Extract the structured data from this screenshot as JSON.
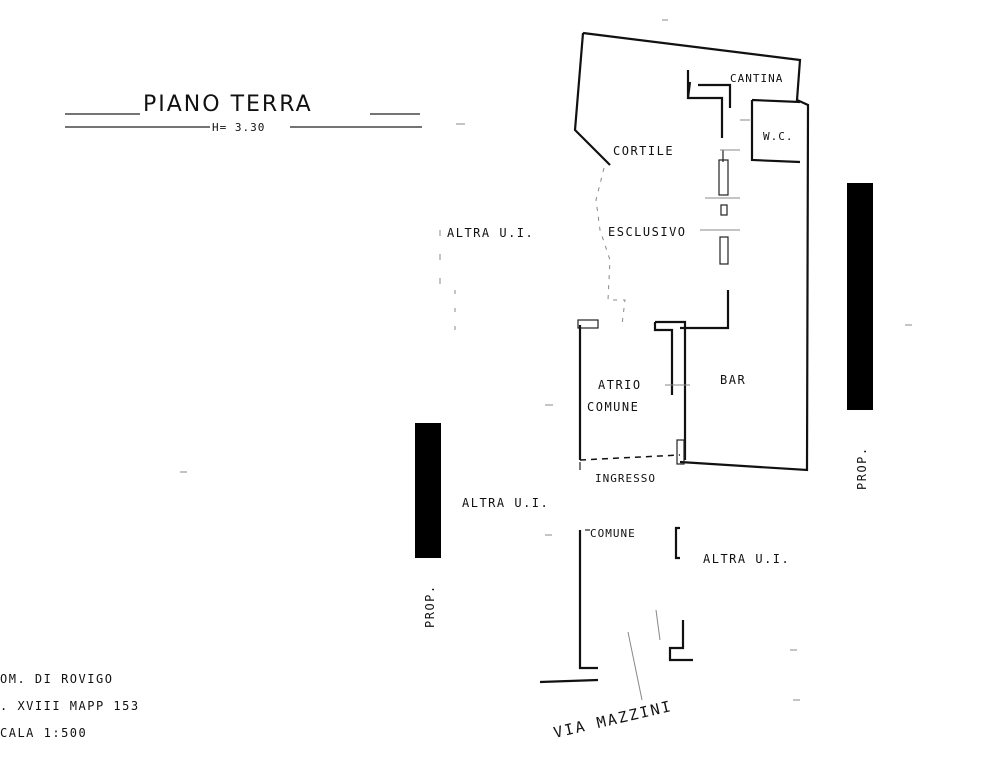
{
  "title": {
    "main": "PIANO TERRA",
    "height": "H= 3.30"
  },
  "rooms": {
    "cantina": "CANTINA",
    "wc": "W.C.",
    "cortile": "CORTILE",
    "esclusivo": "ESCLUSIVO",
    "atrio": "ATRIO",
    "comune_atrio": "COMUNE",
    "bar": "BAR",
    "ingresso": "INGRESSO",
    "comune_lower": "COMUNE"
  },
  "neighbors": {
    "altra_left_top": "ALTRA U.I.",
    "altra_left_mid": "ALTRA U.I.",
    "altra_right_low": "ALTRA U.I."
  },
  "prop": {
    "left": "PROP.",
    "right": "PROP."
  },
  "street": "VIA MAZZINI",
  "info": {
    "line1": "OM. DI ROVIGO",
    "line2": ". XVIII  MAPP  153",
    "line3": "CALA  1:500"
  }
}
